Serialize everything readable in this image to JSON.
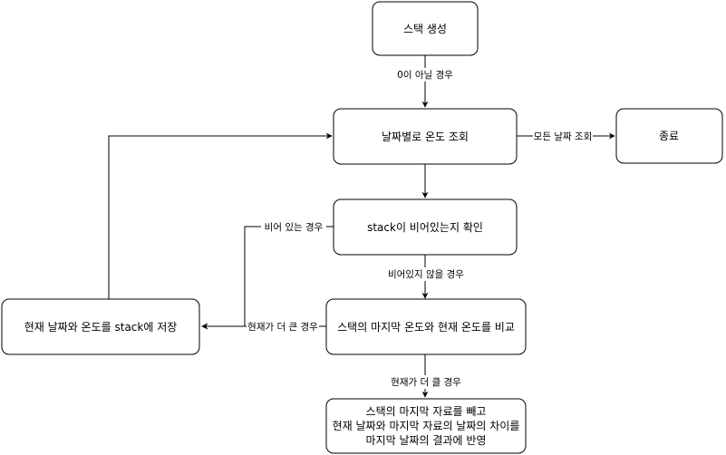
{
  "nodes": {
    "create_stack": "스택 생성",
    "lookup_by_date": "날짜별로 온도 조회",
    "end": "종료",
    "check_empty": "stack이 비어있는지 확인",
    "save_current": "현재 날짜와 온도를 stack에 저장",
    "compare": "스택의 마지막 온도와 현재 온도를 비교",
    "result_lines": [
      "스택의 마지막 자료를 빼고",
      "현재 날짜와 마지막 자료의 날짜의 차이를",
      "마지막 날짜의 결과에 반영"
    ]
  },
  "edges": {
    "not_zero": "0이 아닐 경우",
    "all_dates_done": "모든 날짜 조회",
    "if_empty": "비어 있는 경우",
    "if_not_empty": "비어있지 않을 경우",
    "current_greater_left": "현재가 더 큰 경우",
    "current_greater_down": "현재가 더 클 경우"
  }
}
